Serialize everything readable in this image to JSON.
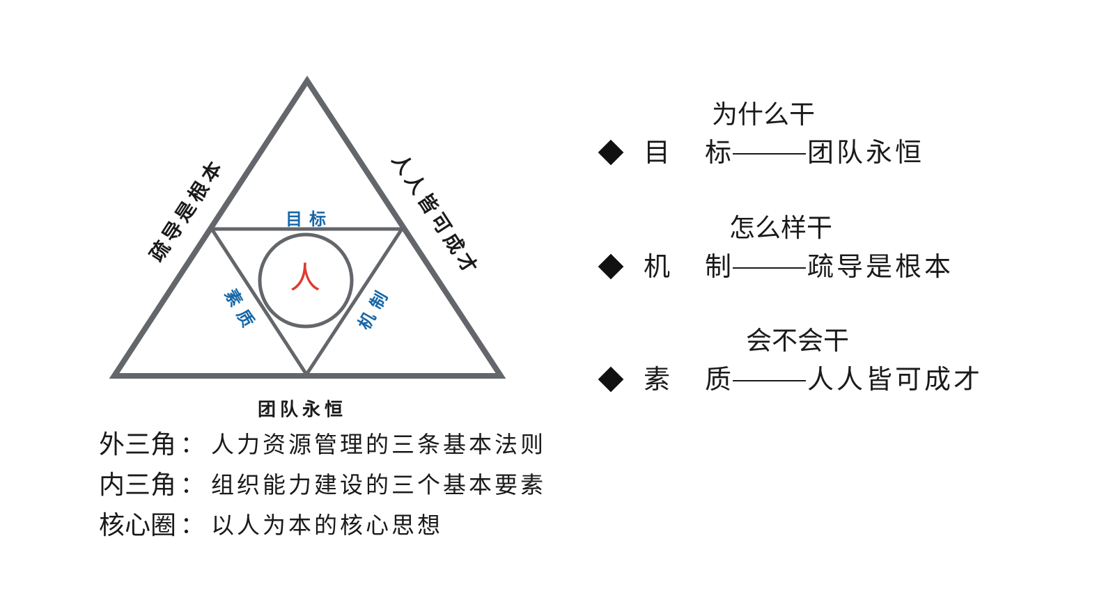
{
  "diagram": {
    "outer_triangle": {
      "stroke": "#63666a",
      "sides": {
        "left": "疏导是根本",
        "right": "人人皆可成才",
        "bottom": "团队永恒"
      }
    },
    "inner_triangle": {
      "stroke": "#63666a",
      "label_color": "#1667a8",
      "sides": {
        "top": "目标",
        "left": "素质",
        "right": "机制"
      }
    },
    "core_circle": {
      "stroke": "#63666a",
      "label": "人",
      "label_color": "#e03a2f"
    }
  },
  "legend": [
    {
      "key": "外三角",
      "colon": "：",
      "value": "人力资源管理的三条基本法则"
    },
    {
      "key": "内三角",
      "colon": "：",
      "value": "组织能力建设的三个基本要素"
    },
    {
      "key": "核心圈",
      "colon": "：",
      "value": "以人为本的核心思想"
    }
  ],
  "principles": [
    {
      "question": "为什么干",
      "bullet": "◆",
      "term_a": "目",
      "term_b": "标",
      "answer": "团队永恒"
    },
    {
      "question": "怎么样干",
      "bullet": "◆",
      "term_a": "机",
      "term_b": "制",
      "answer": "疏导是根本"
    },
    {
      "question": "会不会干",
      "bullet": "◆",
      "term_a": "素",
      "term_b": "质",
      "answer": "人人皆可成才"
    }
  ]
}
